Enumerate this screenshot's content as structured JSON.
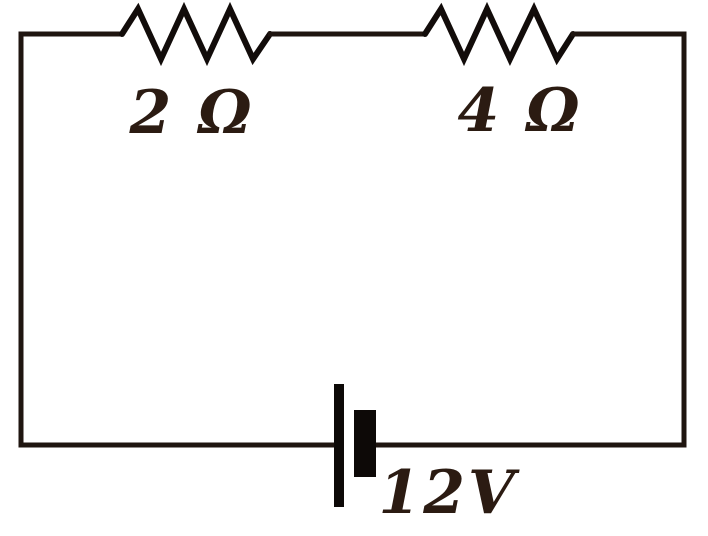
{
  "diagram": {
    "kind": "hand-drawn series circuit",
    "background_color": "#ffffff",
    "ink_color": "#1f1510",
    "components": {
      "resistor1": {
        "label": "2 Ω",
        "value": 2,
        "unit": "Ω"
      },
      "resistor2": {
        "label": "4 Ω",
        "value": 4,
        "unit": "Ω"
      },
      "battery": {
        "label": "12V",
        "value": 12,
        "unit": "V"
      }
    }
  }
}
